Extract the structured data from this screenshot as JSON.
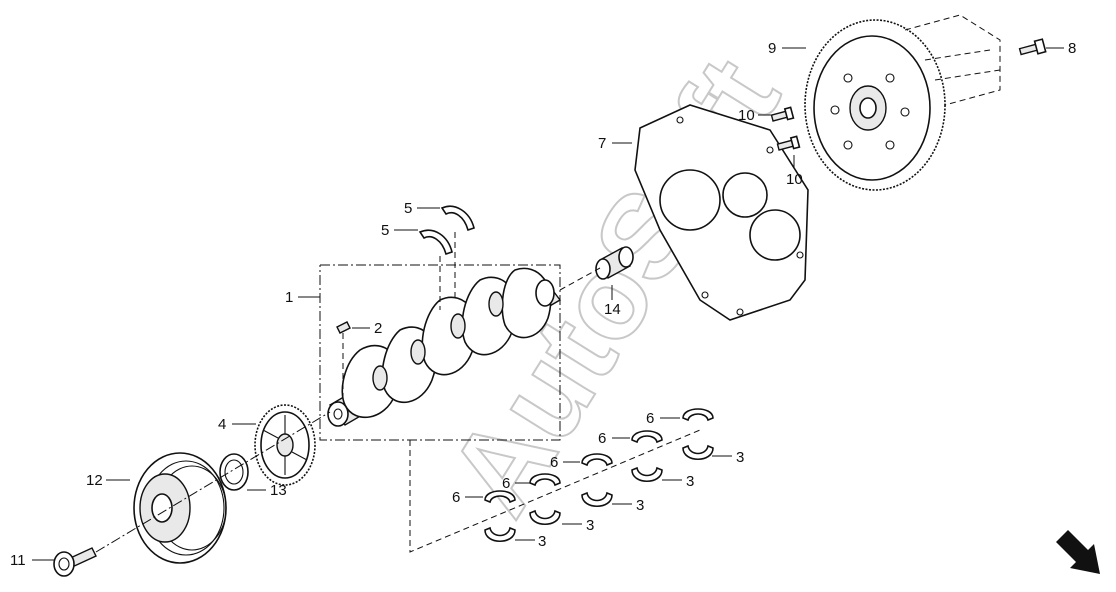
{
  "watermark": "AutoSoft",
  "callouts": [
    {
      "id": "c1",
      "text": "1"
    },
    {
      "id": "c2",
      "text": "2"
    },
    {
      "id": "c3a",
      "text": "3"
    },
    {
      "id": "c3b",
      "text": "3"
    },
    {
      "id": "c3c",
      "text": "3"
    },
    {
      "id": "c3d",
      "text": "3"
    },
    {
      "id": "c3e",
      "text": "3"
    },
    {
      "id": "c4",
      "text": "4"
    },
    {
      "id": "c5a",
      "text": "5"
    },
    {
      "id": "c5b",
      "text": "5"
    },
    {
      "id": "c6a",
      "text": "6"
    },
    {
      "id": "c6b",
      "text": "6"
    },
    {
      "id": "c6c",
      "text": "6"
    },
    {
      "id": "c6d",
      "text": "6"
    },
    {
      "id": "c6e",
      "text": "6"
    },
    {
      "id": "c7",
      "text": "7"
    },
    {
      "id": "c8",
      "text": "8"
    },
    {
      "id": "c9",
      "text": "9"
    },
    {
      "id": "c10a",
      "text": "10"
    },
    {
      "id": "c10b",
      "text": "10"
    },
    {
      "id": "c11",
      "text": "11"
    },
    {
      "id": "c12",
      "text": "12"
    },
    {
      "id": "c13",
      "text": "13"
    },
    {
      "id": "c14",
      "text": "14"
    }
  ],
  "icons": {
    "direction_arrow": "arrow-down-right-icon"
  }
}
